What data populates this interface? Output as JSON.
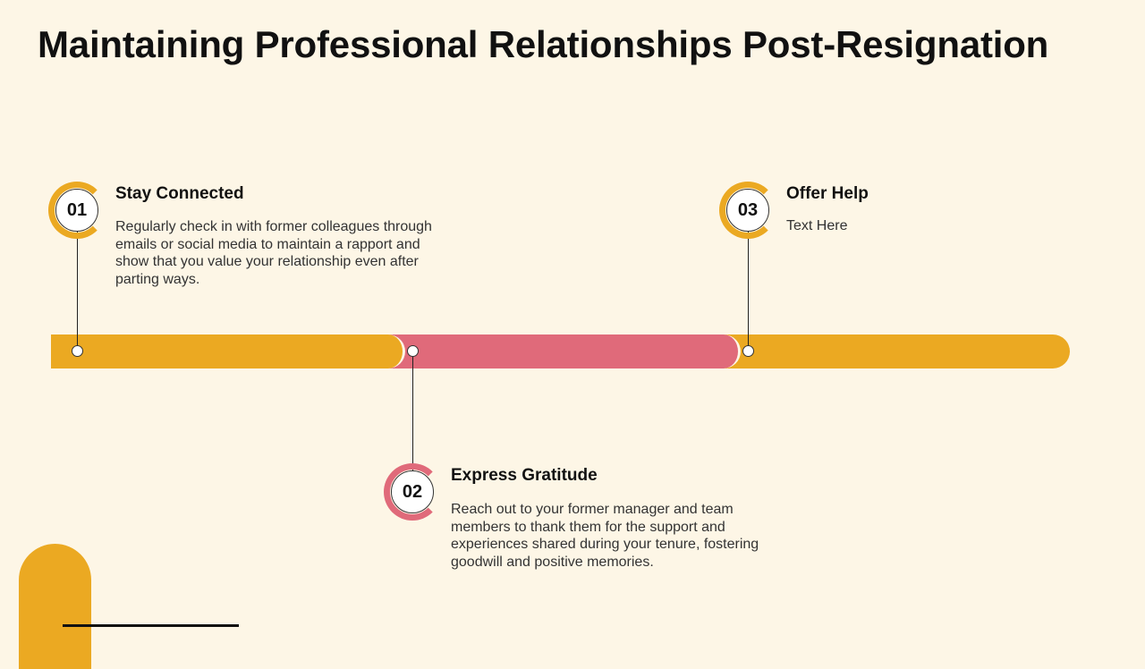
{
  "page": {
    "title": "Maintaining Professional Relationships Post-Resignation"
  },
  "colors": {
    "background": "#fdf6e6",
    "yellow": "#eba922",
    "pink": "#e06a7a"
  },
  "steps": [
    {
      "number": "01",
      "title": "Stay Connected",
      "description": "Regularly check in with former colleagues through emails or social media to maintain a rapport and show that you value your relationship even after parting ways.",
      "color": "#eba922"
    },
    {
      "number": "02",
      "title": "Express Gratitude",
      "description": "Reach out to your former manager and team members to thank them for the support and experiences shared during your tenure, fostering goodwill and positive memories.",
      "color": "#e06a7a"
    },
    {
      "number": "03",
      "title": "Offer Help",
      "description": "Text Here",
      "color": "#eba922"
    }
  ]
}
